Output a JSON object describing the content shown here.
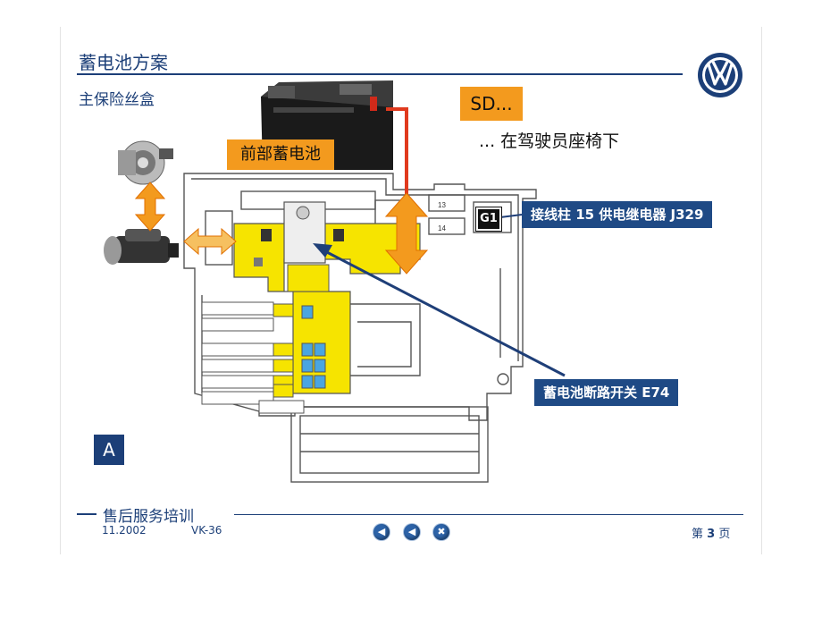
{
  "header": {
    "title": "蓄电池方案",
    "subtitle": "主保险丝盒"
  },
  "brand": {
    "logo": "vw-logo-icon",
    "color": "#1c3f78"
  },
  "labels": {
    "sd_box": "SD...",
    "sd_text": "... 在驾驶员座椅下",
    "front_battery": "前部蓄电池",
    "callout_j329": "接线柱 15 供电继电器 J329",
    "callout_e74": "蓄电池断路开关  E74",
    "g1": "G1",
    "fuse_13": "13",
    "fuse_14": "14",
    "marker_a": "A"
  },
  "footer": {
    "title": "售后服务培训",
    "date": "11.2002",
    "code": "VK-36",
    "page_prefix": "第",
    "page_number": "3",
    "page_suffix": "页"
  },
  "nav": {
    "first_icon": "first-page-icon",
    "prev_icon": "previous-page-icon",
    "close_icon": "close-icon"
  },
  "colors": {
    "accent_orange": "#f39a1e",
    "callout_blue": "#1f4a85",
    "busbar_yellow": "#f6e400",
    "arrow_red": "#e03a1e"
  }
}
